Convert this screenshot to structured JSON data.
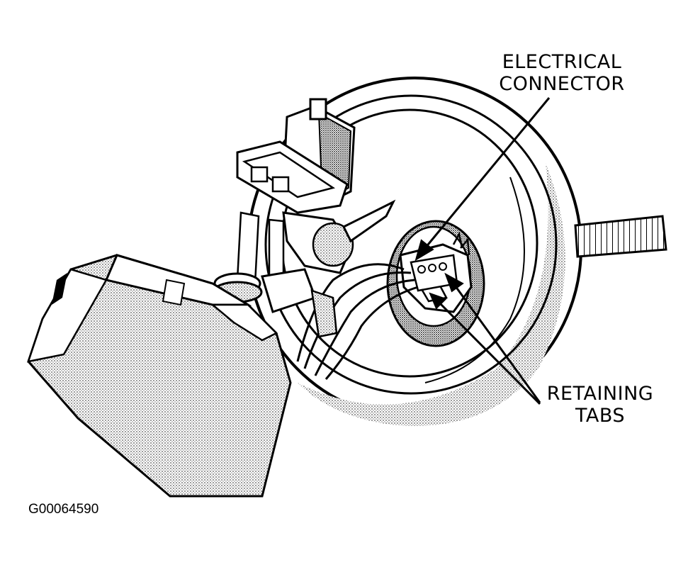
{
  "callouts": {
    "electrical_connector": [
      "ELECTRICAL",
      "CONNECTOR"
    ],
    "retaining_tabs": [
      "RETAINING",
      "TABS"
    ]
  },
  "figure_code": "G00064590",
  "colors": {
    "ink": "#000000",
    "paper": "#ffffff",
    "shade": "#b8b8b8"
  }
}
